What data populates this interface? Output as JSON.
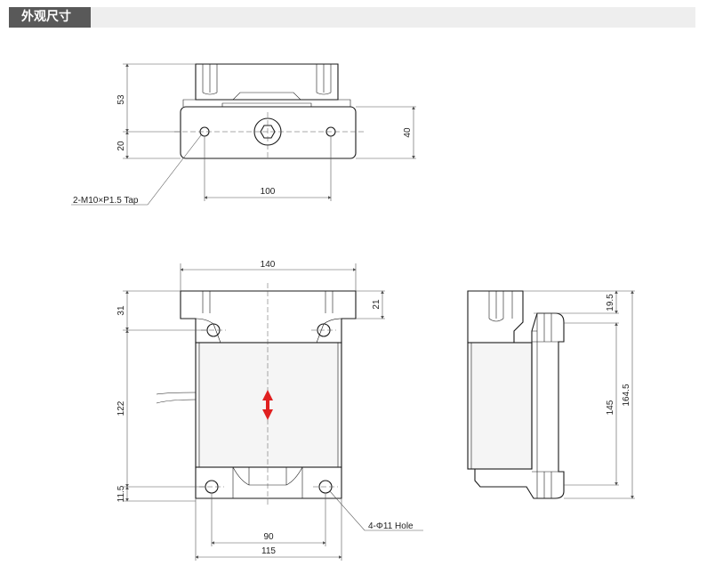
{
  "header": {
    "title": "外观尺寸"
  },
  "top_view": {
    "dim_height_upper": "53",
    "dim_height_lower": "20",
    "dim_height_total": "40",
    "dim_hole_spacing": "100",
    "callout_tap": "2-M10×P1.5 Tap"
  },
  "front_view": {
    "dim_top_width": "140",
    "dim_upper_offset": "31",
    "dim_right_top": "21",
    "dim_body_height": "122",
    "dim_bottom_offset": "11.5",
    "dim_hole_spacing": "90",
    "dim_base_width": "115",
    "callout_hole": "4-Φ11 Hole",
    "arrow_color": "#e02020"
  },
  "side_view": {
    "dim_top": "19.5",
    "dim_inner": "145",
    "dim_outer": "164.5"
  }
}
